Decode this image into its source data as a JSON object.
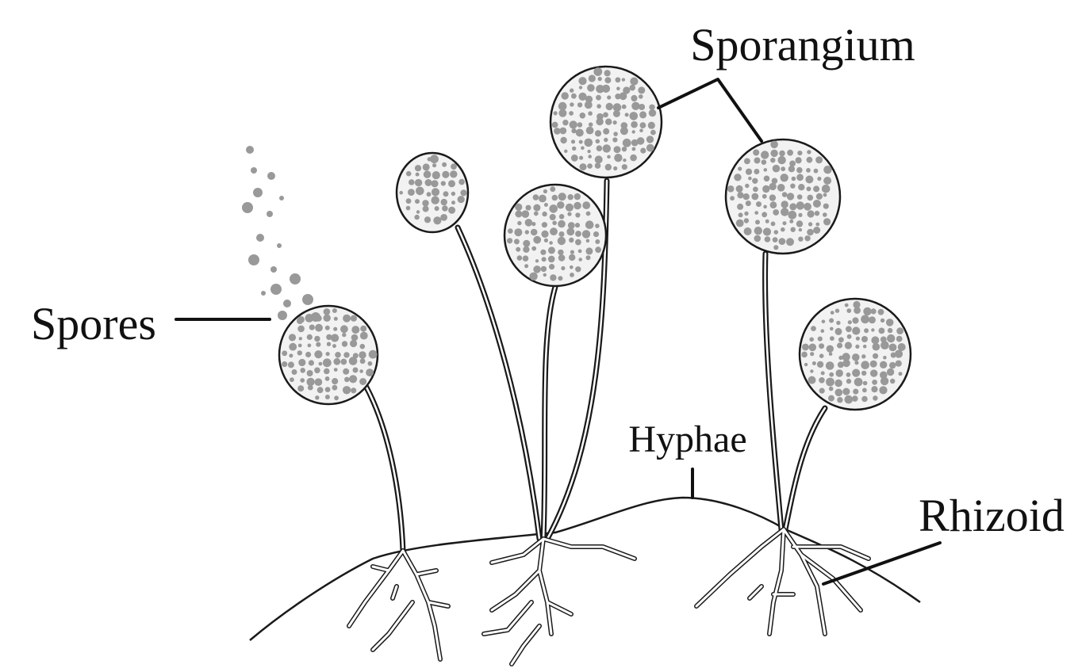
{
  "diagram": {
    "labels": {
      "sporangium": "Sporangium",
      "spores": "Spores",
      "hyphae": "Hyphae",
      "rhizoid": "Rhizoid"
    },
    "colors": {
      "line": "#111111",
      "spore_fill": "#999999",
      "head_fill": "#f2f2f2",
      "background": "#ffffff"
    }
  }
}
